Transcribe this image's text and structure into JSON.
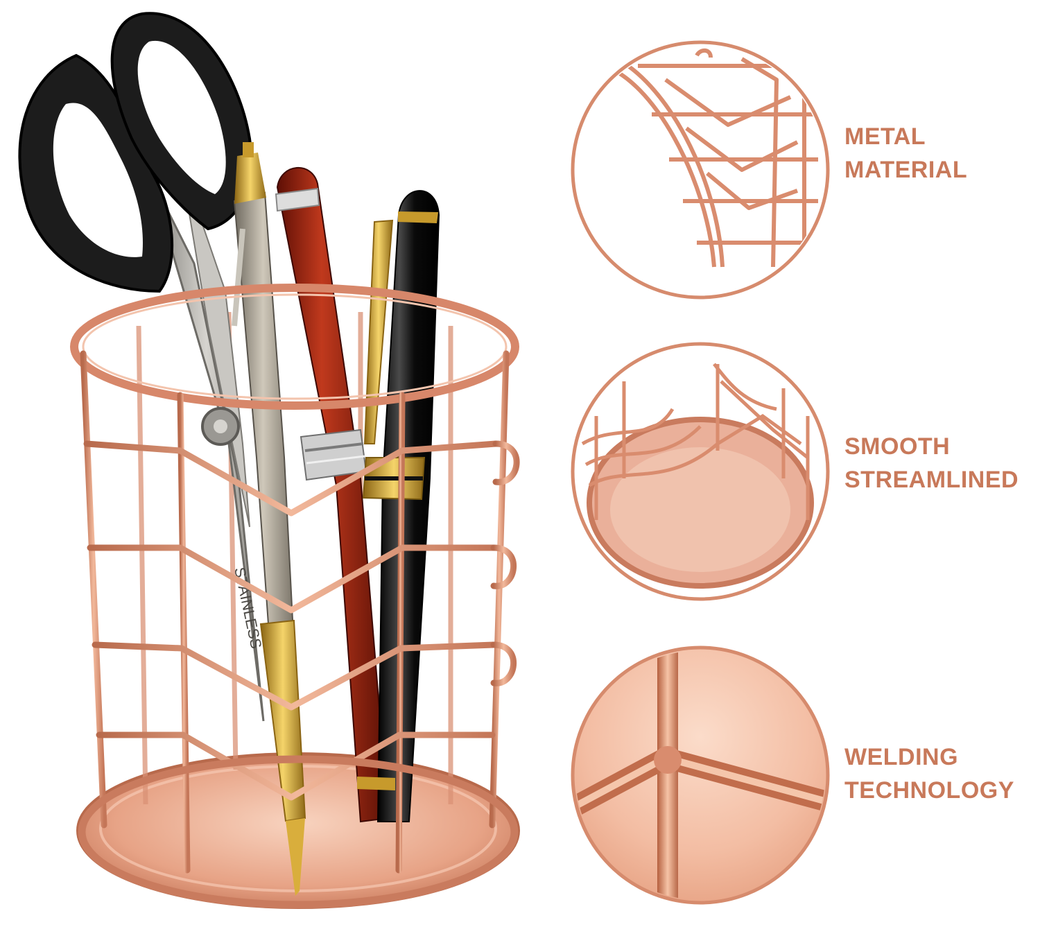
{
  "colors": {
    "accent_text": "#c8795a",
    "rose_gold": "#d98c6e",
    "rose_gold_light": "#f3c4ad",
    "rose_gold_dark": "#b8674a",
    "scissor_handle": "#1c1c1c",
    "steel": "#a9a7a2",
    "red_pen": "#8e1f0e",
    "black_pen": "#101010",
    "gold": "#d9ae3c"
  },
  "product_image": {
    "icons": [
      "pencil-holder-basket",
      "scissors",
      "silver-pen",
      "red-pen",
      "black-pen"
    ],
    "scissor_blade_text": "STAINLESS"
  },
  "features": [
    {
      "line1": "METAL",
      "line2": "MATERIAL",
      "icon": "wire-frame-closeup"
    },
    {
      "line1": "SMOOTH",
      "line2": "STREAMLINED",
      "icon": "top-down-basket-view"
    },
    {
      "line1": "WELDING",
      "line2": "TECHNOLOGY",
      "icon": "weld-joint-closeup"
    }
  ]
}
